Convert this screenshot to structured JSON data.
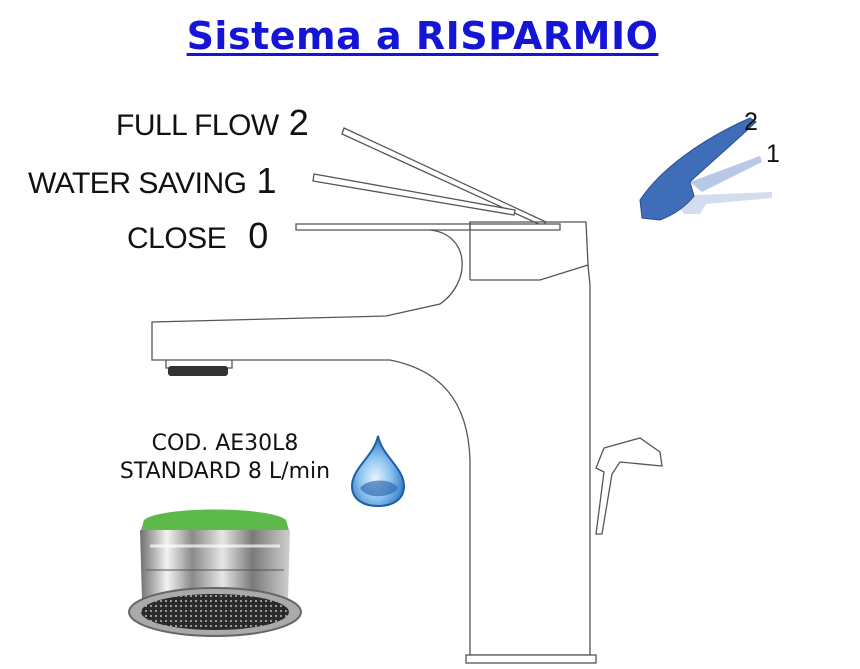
{
  "title": "Sistema a RISPARMIO",
  "colors": {
    "title": "#1515d6",
    "lever_blue": "#3f6db8",
    "lever_light": "#b9c8e6",
    "drop_blue": "#2f77c6",
    "aerator_green": "#5cb94a"
  },
  "positions": [
    {
      "label": "FULL FLOW",
      "number": "2"
    },
    {
      "label": "WATER SAVING",
      "number": "1"
    },
    {
      "label": "CLOSE",
      "number": "0"
    }
  ],
  "mini_lever": {
    "label_2": "2",
    "label_1": "1"
  },
  "aerator": {
    "code": "COD. AE30L8",
    "spec": "STANDARD 8 L/min",
    "icon": "water-drop-icon"
  }
}
